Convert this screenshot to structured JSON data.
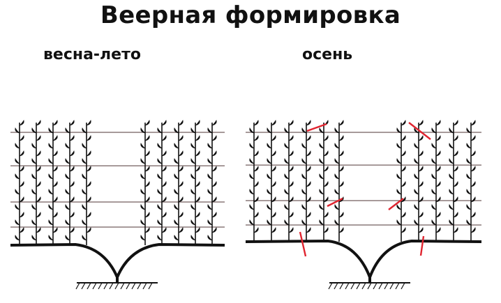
{
  "title": "Веерная формировка",
  "panels": {
    "left_label": "весна-лето",
    "right_label": "осень"
  }
}
